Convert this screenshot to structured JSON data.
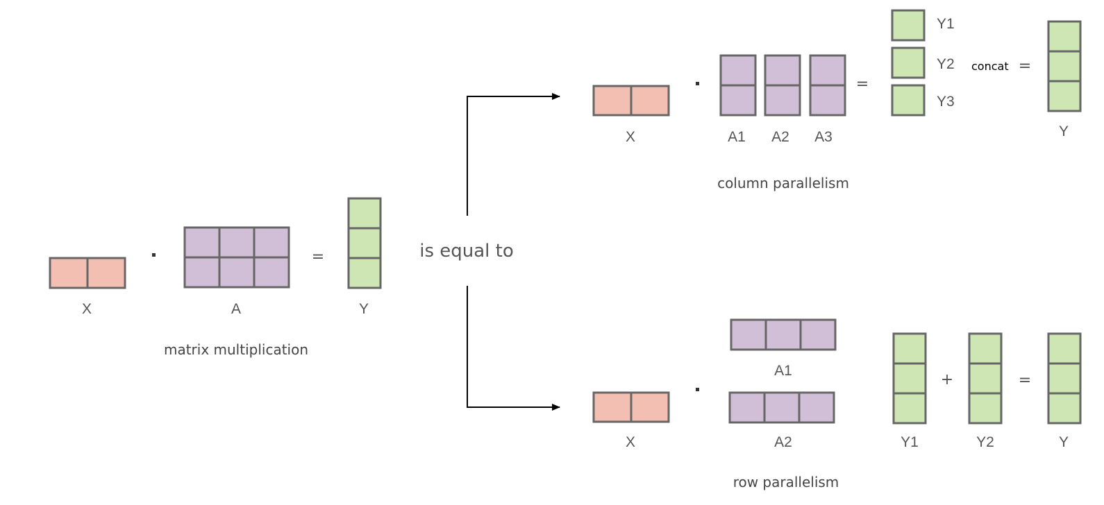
{
  "colors": {
    "x_fill": "#f4bfb3",
    "a_fill": "#d0bfd6",
    "y_fill": "#cde6b3",
    "grid_stroke": "#666666"
  },
  "left": {
    "x_label": "X",
    "a_label": "A",
    "y_label": "Y",
    "equals": "=",
    "caption": "matrix multiplication"
  },
  "middle": {
    "text": "is equal to"
  },
  "column": {
    "x_label": "X",
    "a1_label": "A1",
    "a2_label": "A2",
    "a3_label": "A3",
    "equals": "=",
    "y1_label": "Y1",
    "y2_label": "Y2",
    "y3_label": "Y3",
    "concat_label": "concat",
    "equals2": "=",
    "y_label": "Y",
    "caption": "column parallelism"
  },
  "row": {
    "x_label": "X",
    "a1_label": "A1",
    "a2_label": "A2",
    "y1_label": "Y1",
    "plus": "+",
    "equals": "=",
    "y2_label": "Y2",
    "y_label": "Y",
    "caption": "row parallelism"
  }
}
